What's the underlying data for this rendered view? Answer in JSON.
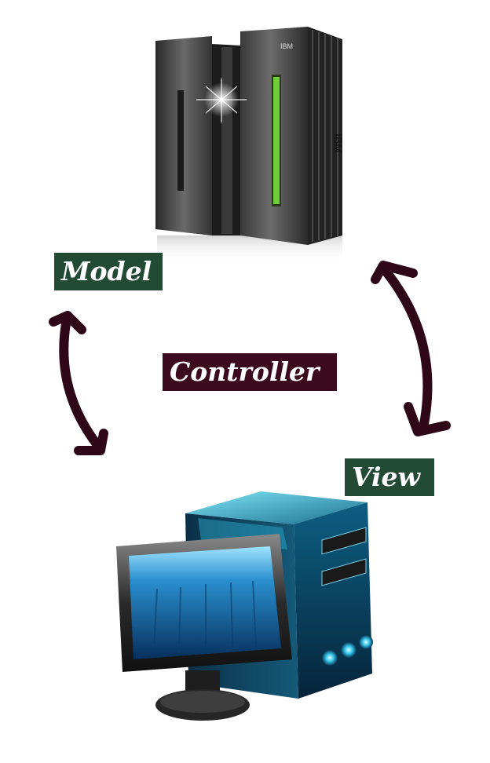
{
  "labels": {
    "model": "Model",
    "controller": "Controller",
    "view": "View"
  },
  "colors": {
    "model_bg": "#234a35",
    "view_bg": "#234a35",
    "controller_bg": "#3b0a1e",
    "arrow": "#2e0718"
  },
  "icons": {
    "model": "mainframe-server-icon",
    "view": "desktop-computer-icon"
  }
}
